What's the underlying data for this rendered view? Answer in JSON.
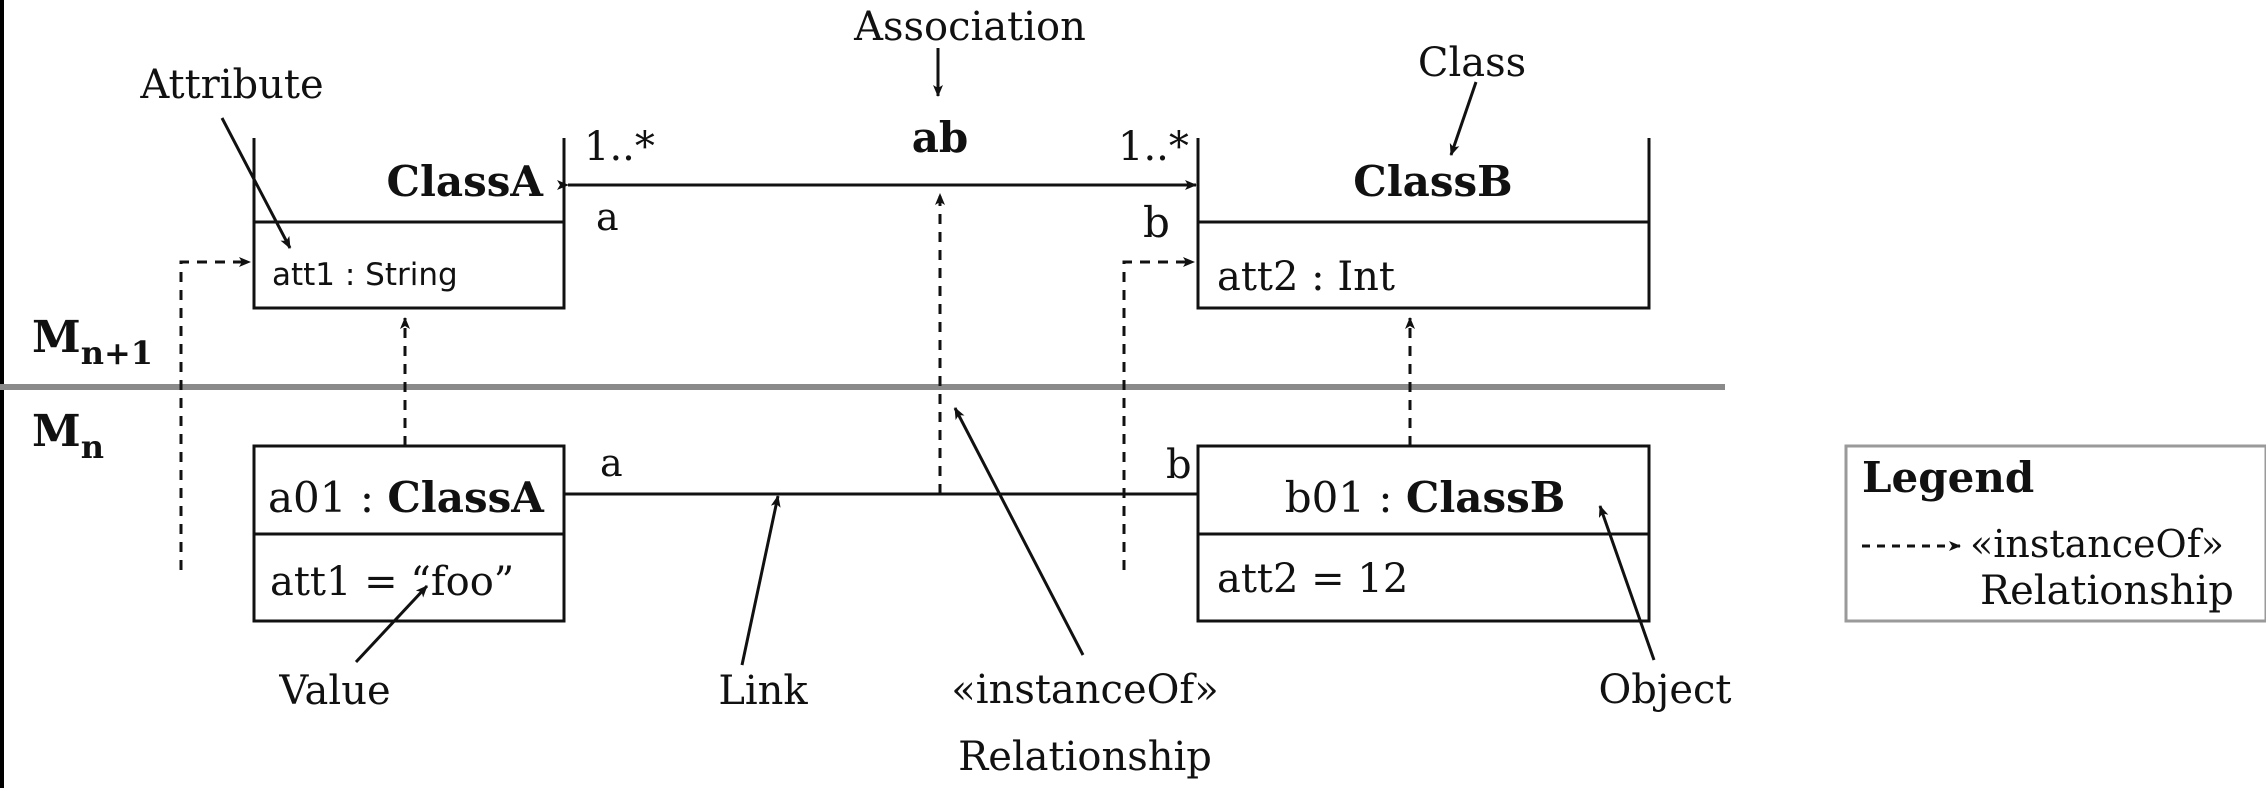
{
  "colors": {
    "ink": "#111111",
    "divider": "#8a8a8a",
    "legend_border": "#9a9a9a",
    "left_edge": "#000000"
  },
  "levels": {
    "upper": {
      "base": "M",
      "sub": "n+1"
    },
    "lower": {
      "base": "M",
      "sub": "n"
    }
  },
  "annotations": {
    "association": "Association",
    "class": "Class",
    "attribute": "Attribute",
    "value": "Value",
    "link": "Link",
    "instanceof_line1": "«instanceOf»",
    "instanceof_line2": "Relationship",
    "object": "Object"
  },
  "class_a": {
    "name": "ClassA",
    "attribute": "att1 : String"
  },
  "class_b": {
    "name": "ClassB",
    "attribute": "att2 : Int"
  },
  "association": {
    "name": "ab",
    "mult_a": "1..*",
    "mult_b": "1..*",
    "role_a": "a",
    "role_b": "b"
  },
  "object_a": {
    "id": "a01",
    "sep": " : ",
    "class": "ClassA",
    "slot": "att1 = “foo”"
  },
  "object_b": {
    "id": "b01",
    "sep": " : ",
    "class": "ClassB",
    "slot": "att2 = 12"
  },
  "link": {
    "role_a": "a",
    "role_b": "b"
  },
  "legend": {
    "title": "Legend",
    "entry_line1": "«instanceOf»",
    "entry_line2": "Relationship"
  }
}
